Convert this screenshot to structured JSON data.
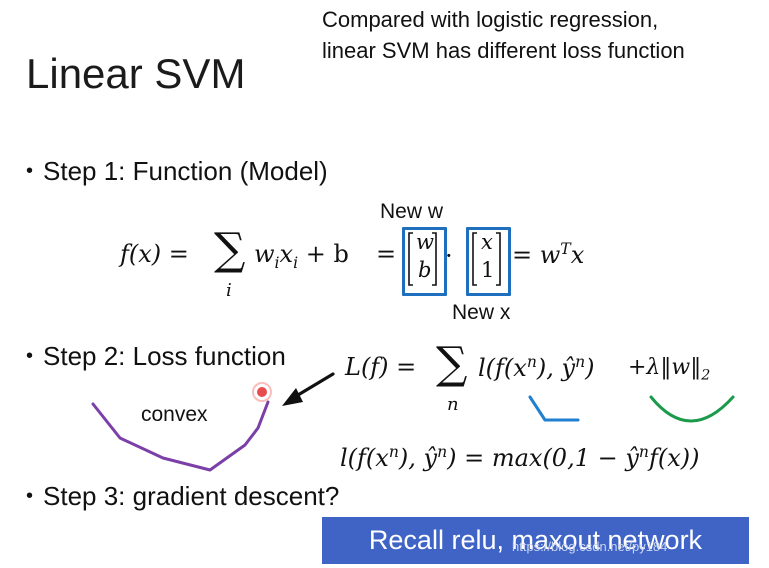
{
  "slide": {
    "subtitle_line1": "Compared with logistic regression,",
    "subtitle_line2": "linear SVM has different loss function",
    "title": "Linear SVM",
    "step1": "Step 1: Function (Model)",
    "step2": "Step 2: Loss function",
    "step3": "Step 3: gradient descent?",
    "bullet_glyph": "•"
  },
  "formula1": {
    "lhs": "f(x) =",
    "sum_symbol": "∑",
    "sum_index": "i",
    "body_w": "w",
    "body_wsub": "i",
    "body_x": "x",
    "body_xsub": "i",
    "body_tail": "+ b",
    "eq2": "=",
    "mat1_top": "w",
    "mat1_bottom": "b",
    "dot": "·",
    "mat2_top": "x",
    "mat2_bottom": "1",
    "rhs": "= w",
    "rhs_sup": "T",
    "rhs_x": "x",
    "new_w": "New w",
    "new_x": "New x"
  },
  "formula2": {
    "lhs": "L(f) =",
    "sum_symbol": "∑",
    "sum_index": "n",
    "body": "l(f(x",
    "body_sup": "n",
    "body_mid": "), ŷ",
    "body_sup2": "n",
    "body_end": ")",
    "reg": "+λ‖w‖",
    "reg_sub": "2"
  },
  "formula3": {
    "l": "l(f(x",
    "sup": "n",
    "mid": "), ŷ",
    "sup2": "n",
    "eq": ") = max(0,1 − ŷ",
    "sup3": "n",
    "end": "f(x))"
  },
  "annotation": {
    "convex": "convex"
  },
  "banner": {
    "text": "Recall relu, maxout network"
  },
  "watermark": {
    "text": "https://blog.csdn.net/py184"
  },
  "colors": {
    "blue_box": "#1f6fbf",
    "banner_bg": "#3f64c6",
    "purple": "#7b3fa8",
    "green": "#1a9a4a",
    "cyan": "#1f7fd0"
  }
}
